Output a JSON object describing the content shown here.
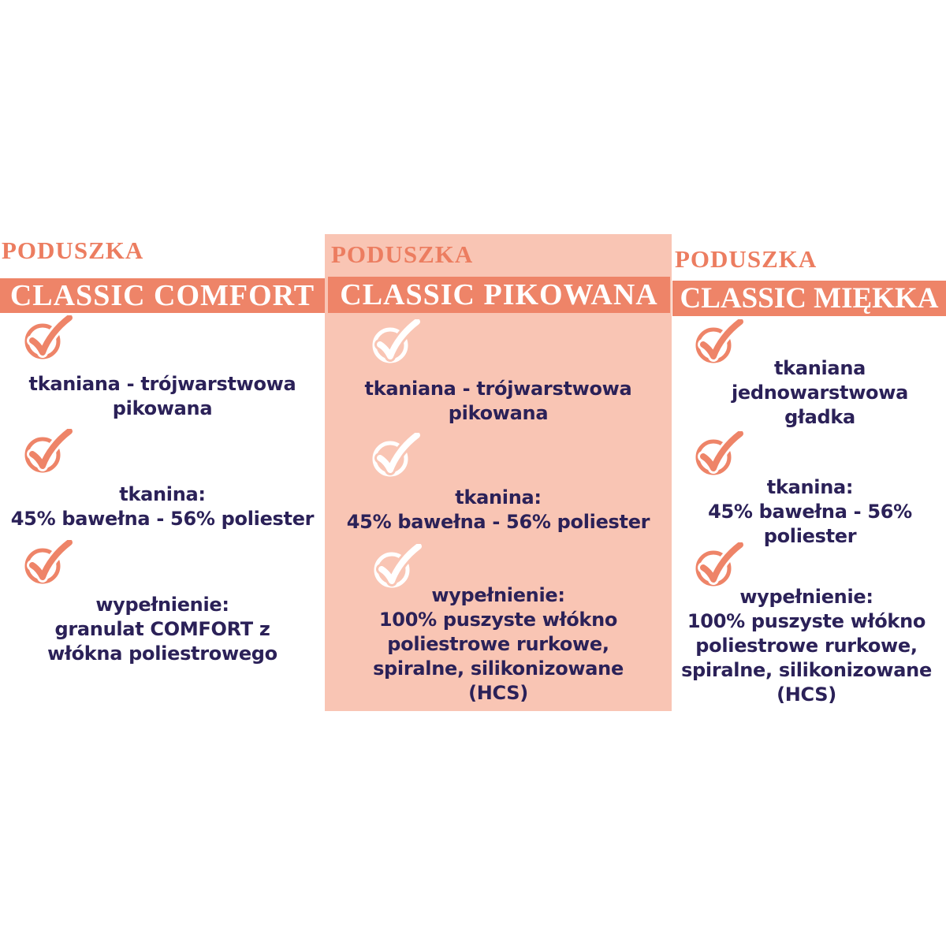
{
  "colors": {
    "salmon": "#ee8468",
    "kicker_salmon": "#ec7d60",
    "panel_pink": "#f9c5b4",
    "navy_text": "#2b2158",
    "white": "#ffffff"
  },
  "columns": [
    {
      "id": "classic-comfort",
      "kicker": "PODUSZKA",
      "title": "CLASSIC COMFORT",
      "highlighted": false,
      "icon": "check-circle-icon",
      "features": [
        {
          "text": "tkaniana - trójwarstwowa\npikowana"
        },
        {
          "text": "tkanina:\n45% bawełna - 56% poliester"
        },
        {
          "text": "wypełnienie:\ngranulat COMFORT z\nwłókna poliestrowego"
        }
      ]
    },
    {
      "id": "classic-pikowana",
      "kicker": "PODUSZKA",
      "title": "CLASSIC PIKOWANA",
      "highlighted": true,
      "icon": "check-circle-icon",
      "features": [
        {
          "text": "tkaniana - trójwarstwowa\npikowana"
        },
        {
          "text": "tkanina:\n45% bawełna - 56% poliester"
        },
        {
          "text": "wypełnienie:\n100% puszyste włókno\npoliestrowe rurkowe,\nspiralne, silikonizowane\n(HCS)"
        }
      ]
    },
    {
      "id": "classic-miekka",
      "kicker": "PODUSZKA",
      "title": "CLASSIC MIĘKKA",
      "highlighted": false,
      "icon": "check-circle-icon",
      "features": [
        {
          "text": "tkaniana\njednowarstwowa\ngładka"
        },
        {
          "text": "tkanina:\n45% bawełna - 56%\npoliester"
        },
        {
          "text": "wypełnienie:\n100% puszyste włókno\npoliestrowe rurkowe,\nspiralne, silikonizowane\n(HCS)"
        }
      ]
    }
  ]
}
